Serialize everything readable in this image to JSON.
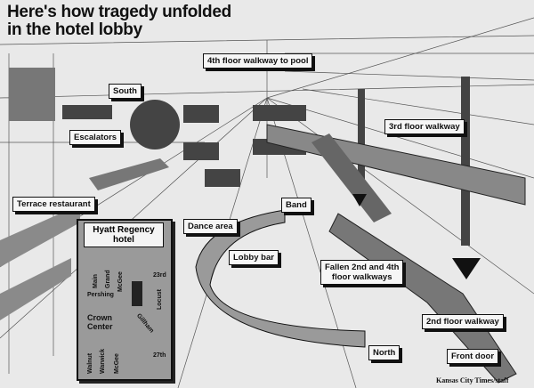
{
  "title": {
    "line1": "Here's how tragedy unfolded",
    "line2": "in the hotel lobby"
  },
  "labels": {
    "walkway4_pool": "4th floor walkway to pool",
    "south": "South",
    "walkway3": "3rd floor walkway",
    "escalators": "Escalators",
    "terrace": "Terrace restaurant",
    "band": "Band",
    "dance": "Dance area",
    "lobby_bar": "Lobby bar",
    "fallen_1": "Fallen 2nd and 4th",
    "fallen_2": "floor walkways",
    "walkway2": "2nd floor walkway",
    "north": "North",
    "front_door": "Front door"
  },
  "map": {
    "header1": "Hyatt Regency",
    "header2": "hotel",
    "streets": {
      "main": "Main",
      "grand": "Grand",
      "mcgee": "McGee",
      "pershing": "Pershing",
      "s23": "23rd",
      "locust": "Locust",
      "gillham": "Gillham",
      "crown": "Crown",
      "center": "Center",
      "walnut": "Walnut",
      "warwick": "Warwick",
      "mcgee2": "McGee",
      "s27": "27th"
    }
  },
  "credit": "Kansas City Times/staff"
}
